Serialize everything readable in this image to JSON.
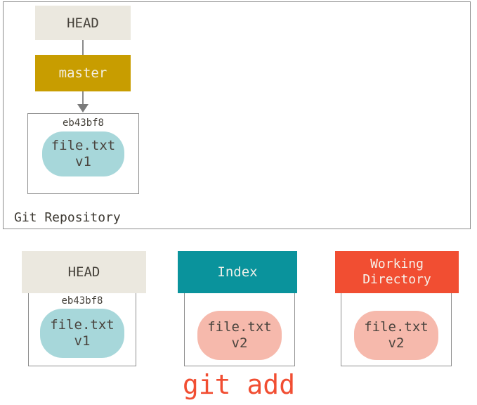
{
  "diagram": {
    "repository": {
      "label": "Git Repository",
      "head": "HEAD",
      "branch": "master",
      "commit": {
        "id": "eb43bf8",
        "file": "file.txt",
        "version": "v1"
      }
    },
    "columns": {
      "head": {
        "title": "HEAD",
        "commit_id": "eb43bf8",
        "file": "file.txt",
        "version": "v1"
      },
      "index": {
        "title": "Index",
        "file": "file.txt",
        "version": "v2"
      },
      "working_directory": {
        "title": "Working Directory",
        "file": "file.txt",
        "version": "v2"
      }
    },
    "command": "git add"
  },
  "colors": {
    "head_header_bg": "#ebe8df",
    "branch_bg": "#c89d00",
    "index_header_bg": "#0a939c",
    "working_directory_header_bg": "#f14e32",
    "blob_v1_bg": "#a7d7da",
    "blob_v2_bg": "#f6b9ac",
    "command_text": "#f14e32",
    "box_border": "#8e8e8e"
  }
}
